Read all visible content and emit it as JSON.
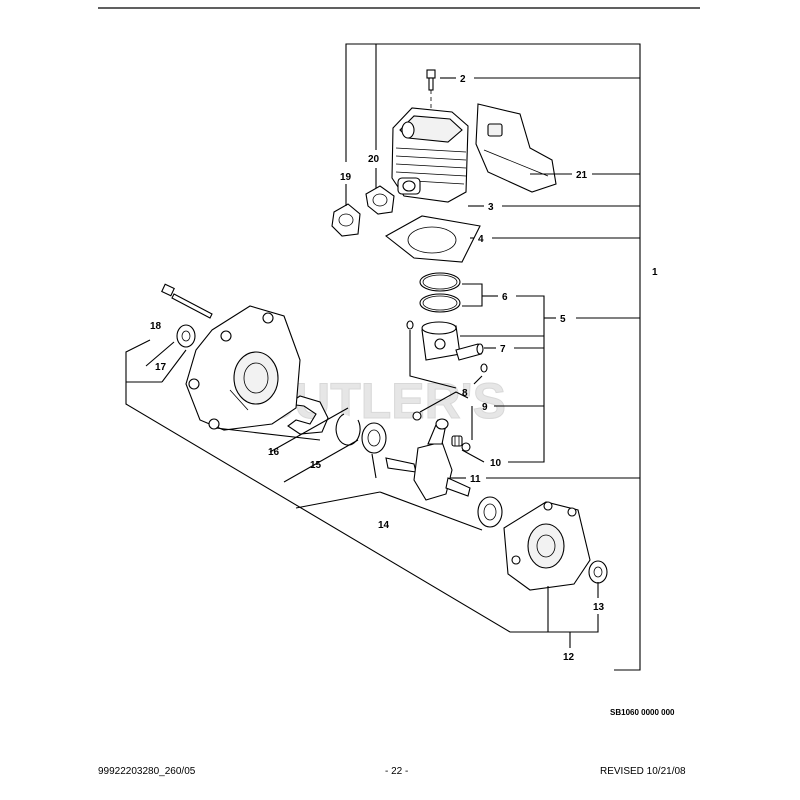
{
  "watermark": "CUTLER'S",
  "drawing_code": "SB1060 0000 000",
  "footer": {
    "document_number": "99922203280_260/05",
    "page_number": "- 22 -",
    "revision": "REVISED 10/21/08"
  },
  "callouts": [
    "1",
    "2",
    "3",
    "4",
    "5",
    "6",
    "7",
    "8",
    "9",
    "10",
    "11",
    "12",
    "13",
    "14",
    "15",
    "16",
    "17",
    "18",
    "19",
    "20",
    "21"
  ]
}
